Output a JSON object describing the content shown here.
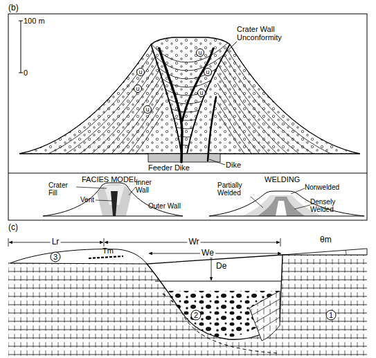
{
  "diagram": {
    "labels": [
      "(b)",
      "100 m",
      "0",
      "Crater Wall Unconformity",
      "u",
      "u",
      "u",
      "u",
      "u",
      "u",
      "Feeder Dike",
      "Dike",
      "FACIES MODEL",
      "Crater Fill",
      "Vent",
      "Inner Wall",
      "Outer Wall",
      "WELDING",
      "Partially Welded",
      "Nonwelded",
      "Densely Welded",
      "(c)",
      "Lr",
      "Tm",
      "Wr",
      "θm",
      "3",
      "We",
      "De",
      "1",
      "2"
    ]
  }
}
